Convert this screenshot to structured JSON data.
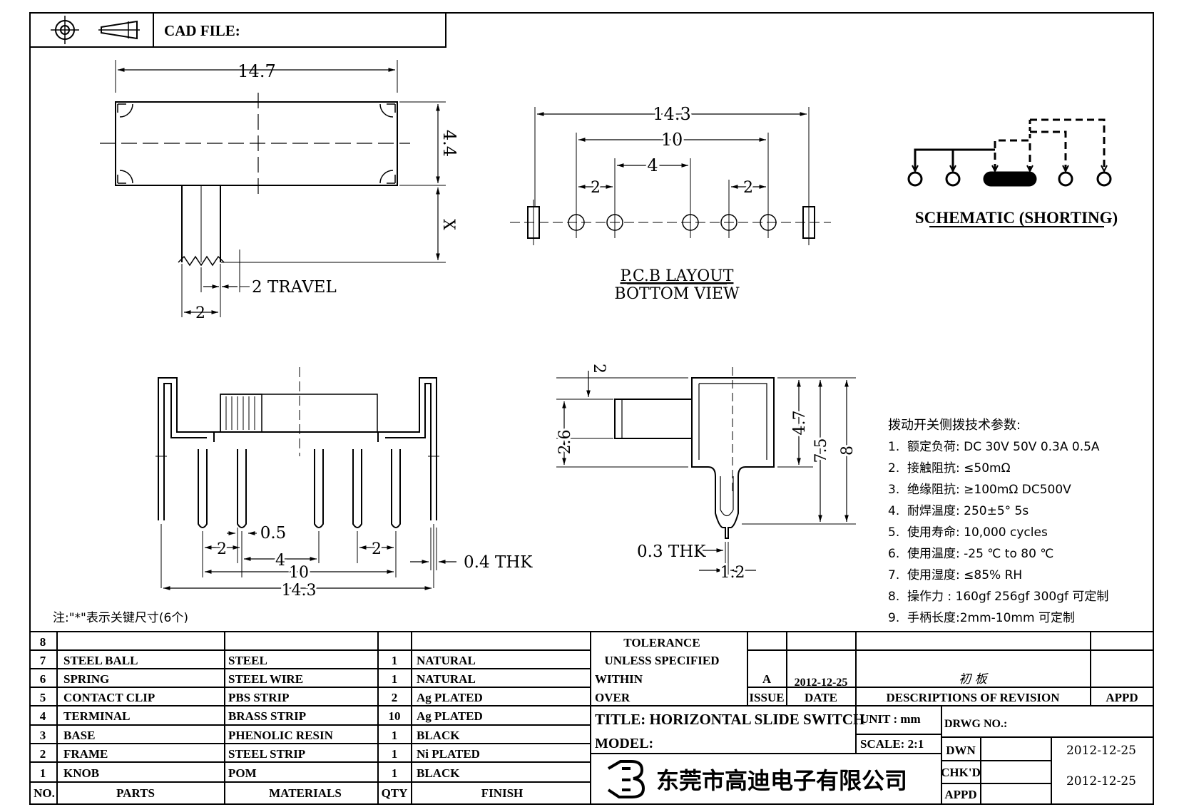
{
  "title_block": {
    "cad_file_label": "CAD FILE:",
    "third_angle_symbol": "third-angle-projection-icon"
  },
  "drawing": {
    "top_view": {
      "dim_length": "14.7",
      "dim_height": "4.4",
      "dim_x": "X",
      "travel": "2 TRAVEL",
      "dim_knob": "2"
    },
    "pcb_layout": {
      "dim_overall": "14.3",
      "dim_10": "10",
      "dim_4": "4",
      "dim_2_left": "2",
      "dim_2_right": "2",
      "label_line1": "P.C.B LAYOUT",
      "label_line2": "BOTTOM VIEW"
    },
    "schematic": {
      "label": "SCHEMATIC (SHORTING)"
    },
    "front_view": {
      "dim_05": "0.5",
      "dim_2_left": "2",
      "dim_4": "4",
      "dim_2_right": "2",
      "dim_10": "10",
      "dim_143": "14.3",
      "thk": "0.4 THK"
    },
    "side_view": {
      "dim_2": "2",
      "dim_26": "2.6",
      "dim_47": "4.7",
      "dim_75": "7.5",
      "dim_8": "8",
      "thk": "0.3 THK",
      "dim_12": "1.2"
    },
    "note": "注:\"*\"表示关键尺寸(6个)"
  },
  "specs": {
    "title": "拨动开关侧拨技术参数:",
    "items": [
      {
        "num": "1.",
        "text": "额定负荷: DC 30V    50V    0.3A    0.5A"
      },
      {
        "num": "2.",
        "text": "接触阻抗:  ≤50mΩ"
      },
      {
        "num": "3.",
        "text": "绝缘阻抗:  ≥100mΩ   DC500V"
      },
      {
        "num": "4.",
        "text": "耐焊温度: 250±5°  5s"
      },
      {
        "num": "5.",
        "text": "使用寿命: 10,000 cycles"
      },
      {
        "num": "6.",
        "text": "使用温度: -25 ℃  to 80 ℃"
      },
      {
        "num": "7.",
        "text": "使用湿度:  ≤85% RH"
      },
      {
        "num": "8.",
        "text": "操作力 : 160gf   256gf   300gf  可定制"
      },
      {
        "num": "9.",
        "text": "手柄长度:2mm-10mm  可定制"
      }
    ]
  },
  "bom": {
    "headers": {
      "no": "NO.",
      "parts": "PARTS",
      "materials": "MATERIALS",
      "qty": "QTY",
      "finish": "FINISH"
    },
    "rows": [
      {
        "no": "8",
        "part": "",
        "material": "",
        "qty": "",
        "finish": ""
      },
      {
        "no": "7",
        "part": "STEEL BALL",
        "material": "STEEL",
        "qty": "1",
        "finish": "NATURAL"
      },
      {
        "no": "6",
        "part": "SPRING",
        "material": "STEEL WIRE",
        "qty": "1",
        "finish": "NATURAL"
      },
      {
        "no": "5",
        "part": "CONTACT CLIP",
        "material": "PBS STRIP",
        "qty": "2",
        "finish": "Ag PLATED"
      },
      {
        "no": "4",
        "part": "TERMINAL",
        "material": "BRASS STRIP",
        "qty": "10",
        "finish": "Ag PLATED"
      },
      {
        "no": "3",
        "part": "BASE",
        "material": "PHENOLIC RESIN",
        "qty": "1",
        "finish": "BLACK"
      },
      {
        "no": "2",
        "part": "FRAME",
        "material": "STEEL STRIP",
        "qty": "1",
        "finish": "Ni PLATED"
      },
      {
        "no": "1",
        "part": "KNOB",
        "material": "POM",
        "qty": "1",
        "finish": "BLACK"
      }
    ]
  },
  "info": {
    "tolerance_line1": "TOLERANCE",
    "tolerance_line2": "UNLESS   SPECIFIED",
    "within": "WITHIN",
    "over": "OVER",
    "issue_value": "A",
    "issue_date": "2012-12-25",
    "revision_desc": "初 板",
    "issue_label": "ISSUE",
    "date_label": "DATE",
    "descriptions_label": "DESCRIPTIONS OF REVISION",
    "appd_label": "APPD",
    "title_label": "TITLE: HORIZONTAL SLIDE SWITCH",
    "unit_label": "UNIT : mm",
    "drwg_no_label": "DRWG NO.:",
    "model_label": "MODEL:",
    "scale_label": "SCALE: 2:1",
    "dwn_label": "DWN",
    "dwn_date": "2012-12-25",
    "chkd_label": "CHK'D",
    "chkd_date": "2012-12-25",
    "appd2_label": "APPD",
    "company_name": "东莞市高迪电子有限公司",
    "company_logo": "gaodi-logo-icon"
  }
}
